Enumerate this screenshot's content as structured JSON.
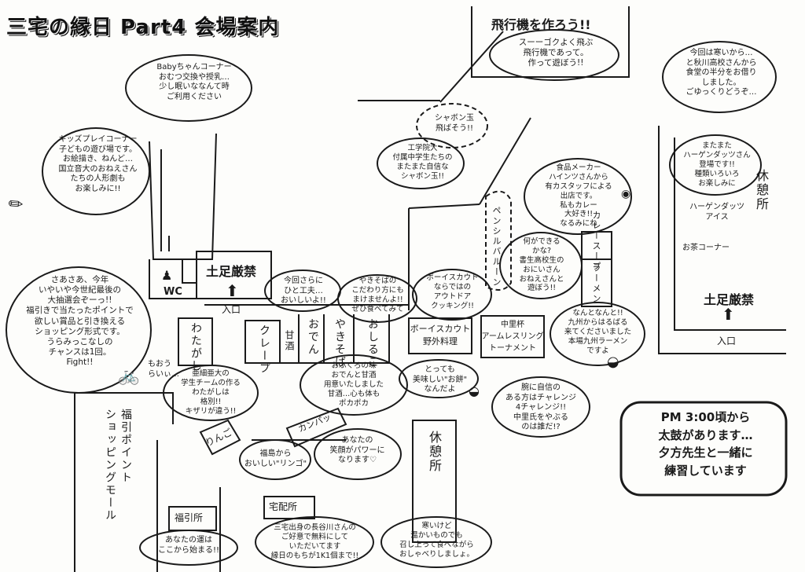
{
  "title": "三宅の縁日 Part4 会場案内",
  "bubbles": {
    "baby": "Babyちゃんコーナー\nおむつ交換や授乳…\n少し眠いななんて時\nご利用ください",
    "kids": "キッズプレイコーナー\n子どもの遊び場です。\nお絵描き、ねんど…\n国立音大のおねえさん\nたちの人形劇も\nお楽しみに!!",
    "lottery": "さあさあ、今年\nいやいや今世紀最後の\n大抽選会ぞーっ!!\n福引きで当たったポイントで\n欲しい賞品と引き換える\nショッピング形式です。\nうらみっこなしの\nチャンスは1回。\nFight!!",
    "lottery_aside": "もおう\nらいぃ…",
    "shabon": "シャボン玉\n飛ばそう!!",
    "kougakuin": "工学院大\n付属中学生たちの\nまたまた自信な\nシャボン玉!!",
    "airplane_title": "飛行機を作ろう!!",
    "airplane": "スーーゴクよく飛ぶ\n飛行機であって。\n作って遊ぼう!!",
    "cafeteria": "今回は寒いから…\nと秋川高校さんから\n食堂の半分をお借り\nしました。\nごゆっくりどうぞ…",
    "haagen": "またまた\nハーゲンダッツさん\n登場です!!\n種類いろいろ\nお楽しみに",
    "curry_info": "食品メーカー\nハインツさんから\n有カスタッフによる\n出店です。\n私もカレー\n大好き!!\nなるみにね",
    "balloon_q": "何ができる\nかな?\n書生高校生の\nおにいさん\nおねえさんと\n遊ぼう!!",
    "ramen_info": "なんとなんと!!\n九州からはるばる\n来てくださいました\n本場九州ラーメン\nですよ",
    "crepe": "今回さらに\nひと工夫…\nおいしいよ!!",
    "yakisoba": "やきそばの\nこだわり方にも\nまけませんよ!!\nぜひ食べてみて",
    "scout": "ボーイスカウト\nならではの\nアウトドア\nクッキング!!",
    "omochi": "とっても\n美味しい\"お餅\"\nなんだよ",
    "oden": "おふくろの味\nおでんと甘酒\n用意いたしました\n甘酒…心も体も\nポカポカ",
    "armwrestle": "腕に自信の\nある方はチャレンジ\n4チャレンジ!!\n中里氏をやぶる\nのは誰だ!?",
    "wataame": "亜細亜大の\n学生チームの作る\nわたがしは\n格別!!\nキザリが違う!!",
    "ringo": "福島から\nおいしい\"リンゴ\"",
    "kanpa": "あなたの\n笑顔がパワーに\nなります♡",
    "takuhai": "三宅出身の長谷川さんの\nご好意で無料にして\nいただいてます\n縁日のもちが1K1個まで!!",
    "fukubiki_msg": "あなたの運は\nここから始まる!!",
    "rest_msg": "寒いけど\n温かいものでも\n召し上って食べながら\nおしゃべりしましょ。"
  },
  "labels": {
    "shoes_off_1": "土足厳禁",
    "entrance_1": "入口",
    "wc": "WC",
    "shoes_off_2": "土足厳禁",
    "entrance_2": "入口",
    "cafeteria_rest": "休憩所",
    "haagen_dazs": "ハーゲンダッツ\nアイス",
    "tea_corner": "お茶コーナー",
    "curry_soup": "カレースープ",
    "ramen": "ラーメン",
    "pencil_balloon": "ペンシルバルーン",
    "wataame": "わたがし",
    "crepe": "クレープ",
    "amazake": "甘酒",
    "oden": "おでん",
    "yakisoba": "やきそば",
    "oshiruko": "おしるこ",
    "scout_cooking": "ボーイスカウト\n野外料理",
    "armwrestling": "中里杯\nアームレスリング\nトーナメント",
    "ringo": "りんご",
    "kanpa": "カンパッ",
    "fukubiki_mall": "福引ポイント\nショッピングモール",
    "fukubiki_booth": "福引所",
    "takuhai_booth": "宅配所",
    "rest_main": "休憩所"
  },
  "notice": "PM 3:00頃から\n太鼓があります…\n夕方先生と一緒に\n練習しています",
  "icons": [
    "pencil-icon",
    "toilet-person-icon",
    "entrance-arrow-icon",
    "bicycle-icon",
    "bowl-icon",
    "lollipop-icon"
  ]
}
